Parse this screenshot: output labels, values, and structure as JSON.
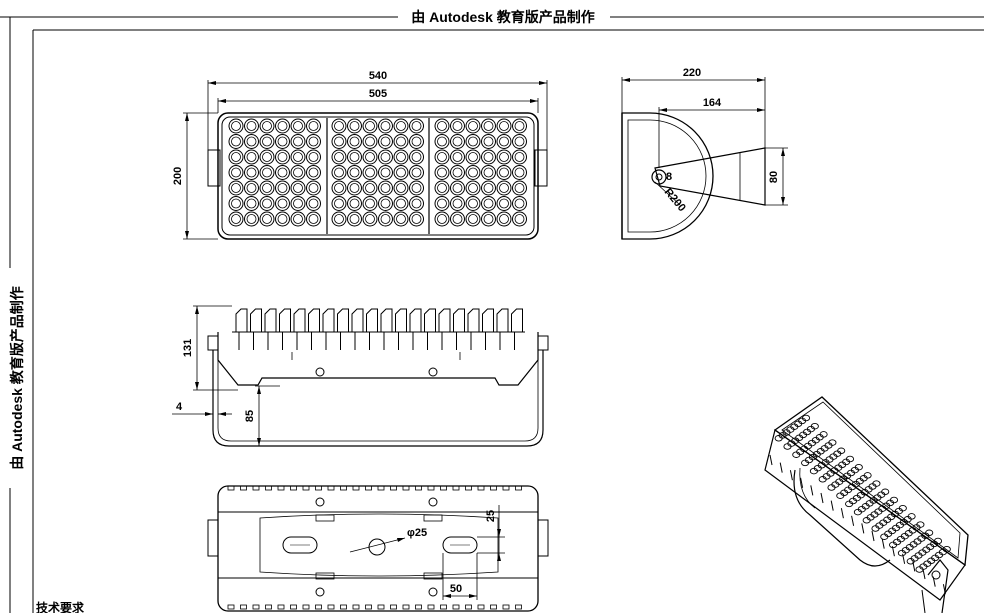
{
  "watermark": {
    "top": "由 Autodesk 教育版产品制作",
    "left": "由 Autodesk 教育版产品制作"
  },
  "front_view": {
    "width_overall": "540",
    "width_body": "505",
    "height": "200"
  },
  "side_view": {
    "depth_overall": "220",
    "depth_bracket": "164",
    "bracket_height": "80",
    "pivot_label": "8",
    "radius_label": "R200"
  },
  "top_view": {
    "height": "131",
    "bracket_drop": "85",
    "bracket_thickness": "4"
  },
  "bottom_view": {
    "hole_diameter": "φ25",
    "slot_width": "50",
    "slot_height": "25"
  },
  "notes": {
    "label": "技术要求"
  }
}
